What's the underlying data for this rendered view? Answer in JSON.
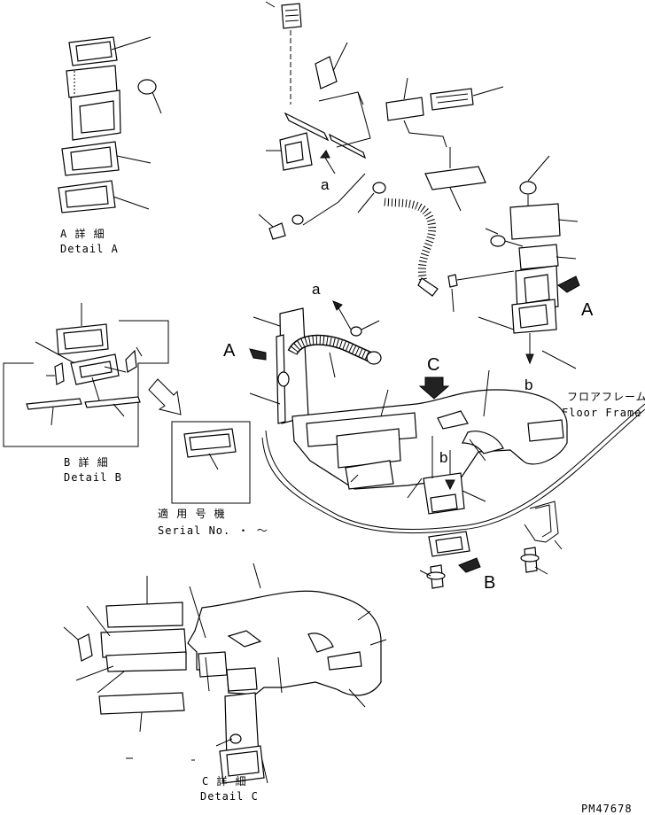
{
  "details": {
    "a": {
      "jp": "A 詳 細",
      "en": "Detail A"
    },
    "b": {
      "jp": "B 詳 細",
      "en": "Detail B"
    },
    "c": {
      "jp": "C 詳 細",
      "en": "Detail C"
    }
  },
  "serial": {
    "jp": "適 用 号 機",
    "en": "Serial No.  ・ 〜"
  },
  "floor_frame": {
    "jp": "フロアフレーム",
    "en": "Floor Frame"
  },
  "markers": {
    "a_top": "a",
    "a_mid": "a",
    "b_right": "b",
    "b_center": "b",
    "A_left": "A",
    "A_right": "A",
    "B": "B",
    "C": "C"
  },
  "part_number": "PM47678"
}
